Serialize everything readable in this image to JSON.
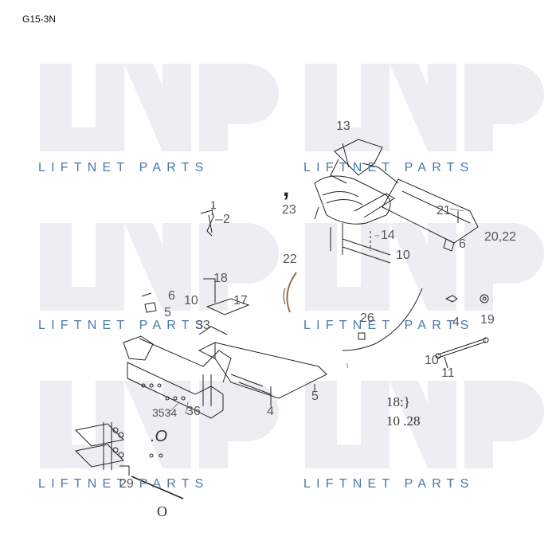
{
  "header": {
    "page_code": "G15-3N"
  },
  "watermark": {
    "text": "LIFTNET PARTS",
    "logo": "LNP"
  },
  "callouts": [
    "1",
    "2",
    "13",
    "23",
    "22",
    "21",
    "6",
    "14",
    "10",
    "20,22",
    "18",
    "6",
    "10",
    "17",
    "5",
    "33",
    "26",
    "4",
    "19",
    "10",
    "11",
    "5",
    "4",
    "3534",
    "36",
    "18:}",
    "10 .28",
    "29",
    ".O",
    "O"
  ]
}
